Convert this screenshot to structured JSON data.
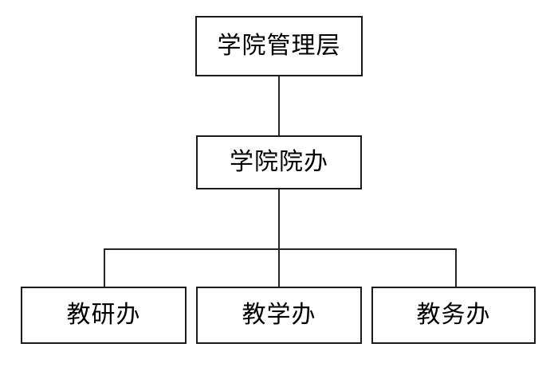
{
  "diagram": {
    "type": "organization-chart",
    "orientation": "top-down",
    "background_color": "#ffffff",
    "box_border_color": "#1a1a1a",
    "connector_color": "#262626",
    "text_color": "#000000",
    "nodes": {
      "top": {
        "label": "学院管理层",
        "level": 1
      },
      "office": {
        "label": "学院院办",
        "level": 2
      },
      "children": [
        {
          "label": "教研办",
          "level": 3
        },
        {
          "label": "教学办",
          "level": 3
        },
        {
          "label": "教务办",
          "level": 3
        }
      ]
    },
    "connectors": [
      {
        "name": "top-to-office",
        "from": "top",
        "to": "office",
        "style": "straight-vertical"
      },
      {
        "name": "office-to-bus",
        "from": "office",
        "to": "bus",
        "style": "straight-vertical"
      },
      {
        "name": "bus",
        "style": "horizontal"
      },
      {
        "name": "bus-to-child-0",
        "from": "bus",
        "to": "教研办",
        "style": "straight-vertical"
      },
      {
        "name": "bus-to-child-1",
        "from": "bus",
        "to": "教学办",
        "style": "straight-vertical"
      },
      {
        "name": "bus-to-child-2",
        "from": "bus",
        "to": "教务办",
        "style": "straight-vertical"
      }
    ]
  }
}
